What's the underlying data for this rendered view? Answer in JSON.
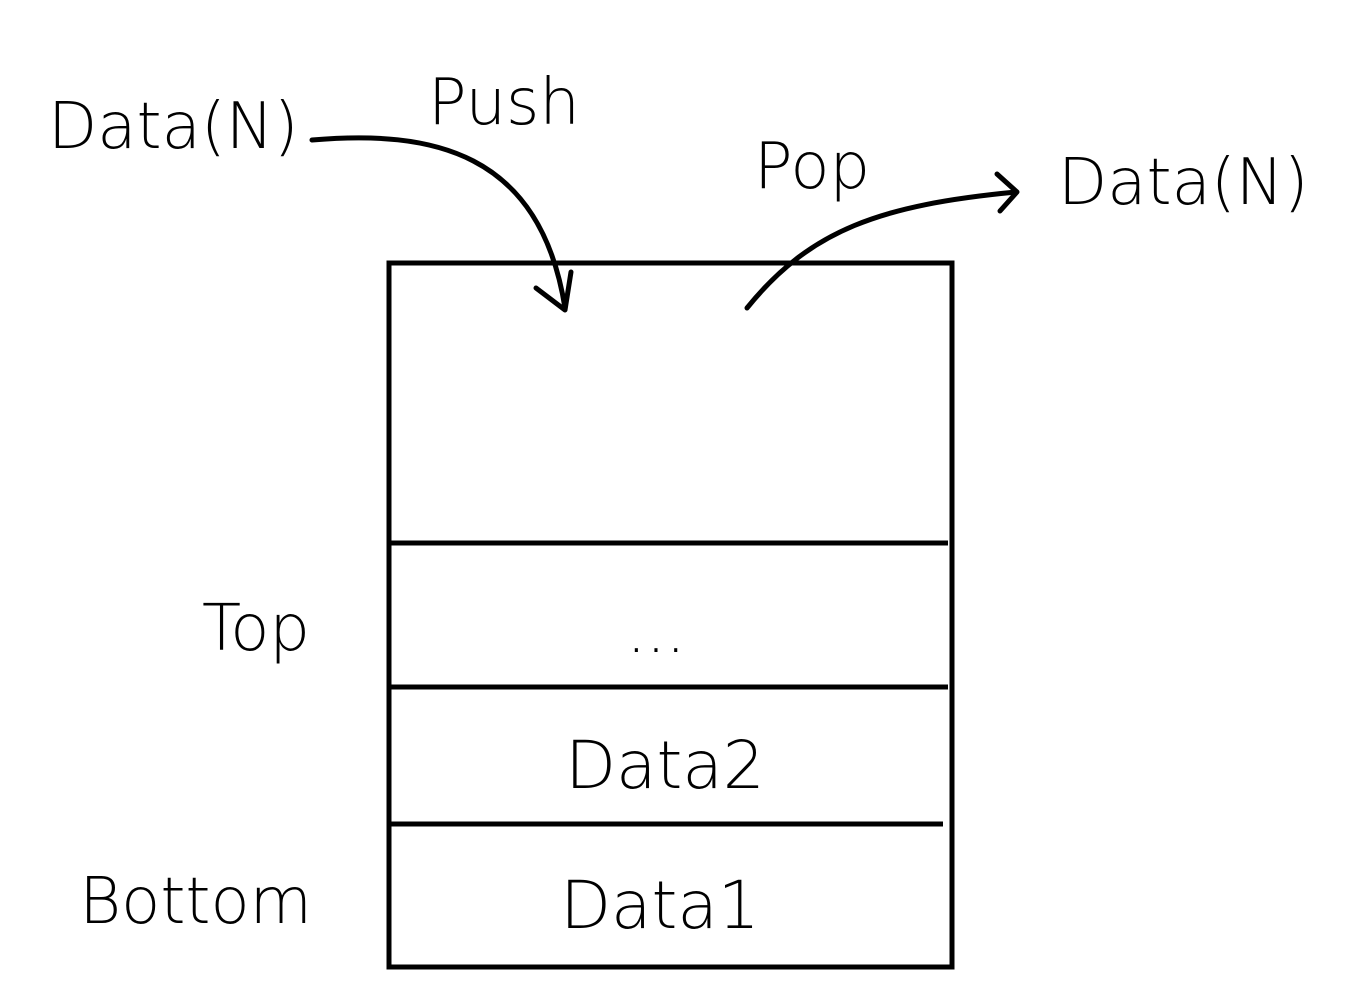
{
  "labels": {
    "push_input": "Data(N)",
    "push": "Push",
    "pop": "Pop",
    "pop_output": "Data(N)",
    "top": "Top",
    "bottom": "Bottom"
  },
  "stack": {
    "cells": [
      "",
      "...",
      "Data2",
      "Data1"
    ]
  },
  "colors": {
    "stroke": "#000000",
    "background": "#ffffff"
  }
}
